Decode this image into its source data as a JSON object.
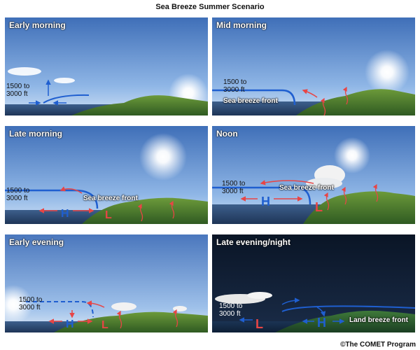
{
  "title": "Sea Breeze Summer Scenario",
  "altitude": {
    "line1": "1500 to",
    "line2": "3000 ft"
  },
  "symbols": {
    "high": "H",
    "low": "L"
  },
  "panels": [
    {
      "label": "Early morning"
    },
    {
      "label": "Mid morning",
      "front": "Sea breeze front"
    },
    {
      "label": "Late morning",
      "front": "Sea breeze front"
    },
    {
      "label": "Noon",
      "front": "Sea breeze front"
    },
    {
      "label": "Early evening"
    },
    {
      "label": "Late evening/night",
      "front": "Land breeze front"
    }
  ],
  "credit": "©The COMET Program",
  "colors": {
    "sea_breeze": "#1f5fd0",
    "land_warm": "#e84545",
    "high": "#1f5fd0",
    "low": "#e84545",
    "sky_day": "#6f9fd8",
    "sky_night": "#0d1a2e"
  }
}
